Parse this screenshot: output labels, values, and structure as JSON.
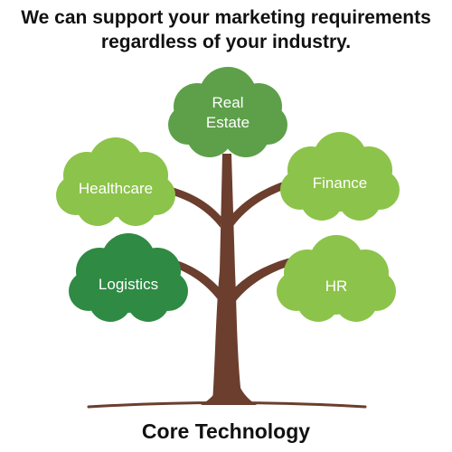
{
  "headline": {
    "line1": "We can support your marketing requirements",
    "line2": "regardless of your industry."
  },
  "footer": {
    "label": "Core Technology"
  },
  "colors": {
    "trunk": "#6b3e2e",
    "ground": "#6b3e2e",
    "leaf_medium": "#5da049",
    "leaf_light": "#8cc34a",
    "leaf_dark": "#2f8a44",
    "text": "#111111",
    "label_text": "#ffffff"
  },
  "industries": {
    "real_estate": {
      "line1": "Real",
      "line2": "Estate",
      "color": "#5da049"
    },
    "healthcare": {
      "label": "Healthcare",
      "color": "#8cc34a"
    },
    "finance": {
      "label": "Finance",
      "color": "#8cc34a"
    },
    "logistics": {
      "label": "Logistics",
      "color": "#2f8a44"
    },
    "hr": {
      "label": "HR",
      "color": "#8cc34a"
    }
  }
}
